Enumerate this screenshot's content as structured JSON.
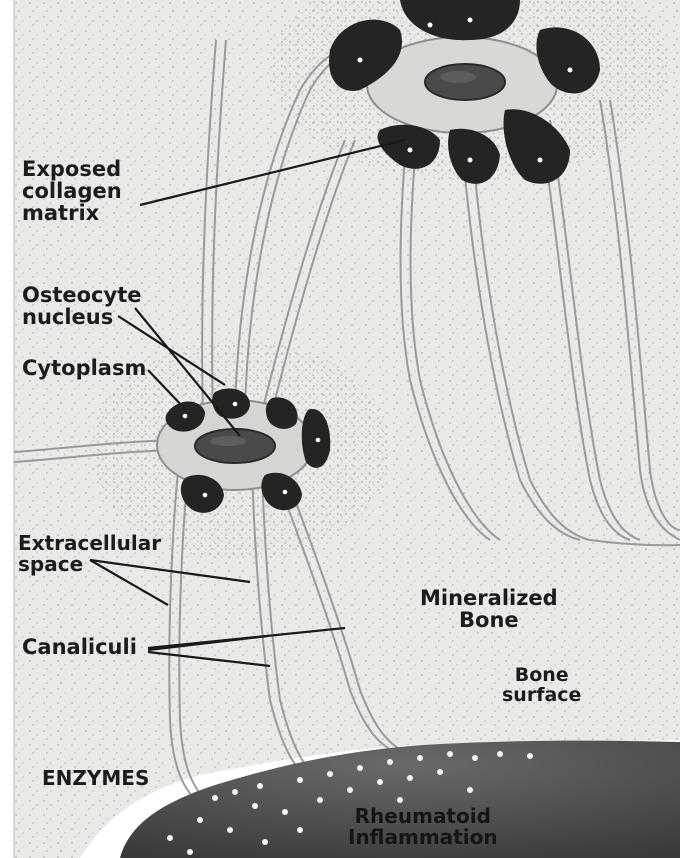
{
  "labels": {
    "exposed_collagen_matrix": "Exposed\ncollagen\nmatrix",
    "osteocyte_nucleus": "Osteocyte\nnucleus",
    "cytoplasm": "Cytoplasm",
    "extracellular_space": "Extracellular\nspace",
    "canaliculi": "Canaliculi",
    "mineralized_bone": "Mineralized\nBone",
    "bone_surface": "Bone\nsurface",
    "enzymes": "ENZYMES",
    "rheumatoid_inflammation": "Rheumatoid\nInflammation"
  },
  "colors": {
    "background": "#ffffff",
    "bone_matrix": "#ebe9e5",
    "collagen": "#222222",
    "nucleus": "#4a4a4a",
    "inflammation": "#4b4b4b",
    "canal_wall": "#9a9a9a"
  }
}
